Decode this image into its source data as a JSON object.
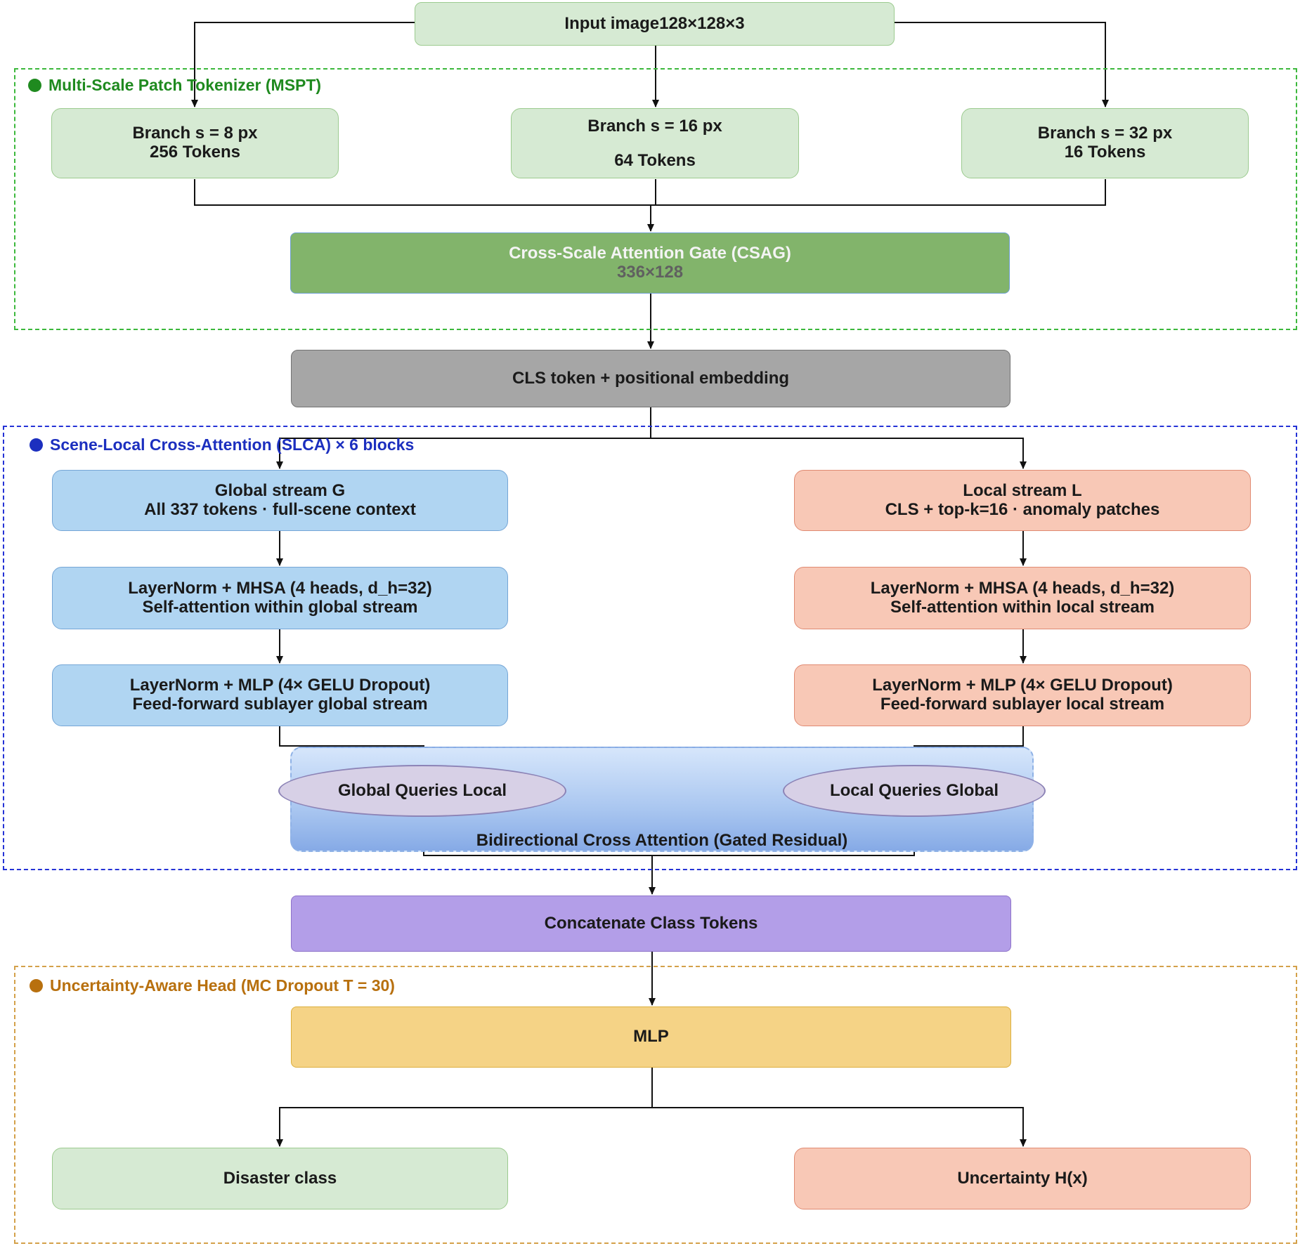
{
  "input": {
    "label": "Input image128×128×3"
  },
  "mspt": {
    "title": "Multi-Scale Patch Tokenizer (MSPT)",
    "color": "#1f8a1f",
    "branches": [
      {
        "line1": "Branch s = 8 px",
        "line2": "256 Tokens"
      },
      {
        "line1": "Branch s = 16 px",
        "line2": "64 Tokens"
      },
      {
        "line1": "Branch s = 32 px",
        "line2": "16 Tokens"
      }
    ],
    "csag": {
      "title": "Cross-Scale Attention Gate (CSAG)",
      "dims": "336×128"
    }
  },
  "cls": {
    "label": "CLS token + positional embedding"
  },
  "slca": {
    "title": "Scene-Local Cross-Attention (SLCA) × 6 blocks",
    "color": "#1c2fbf",
    "global": [
      {
        "line1": "Global stream G",
        "line2": "All 337 tokens · full-scene context"
      },
      {
        "line1": "LayerNorm + MHSA (4 heads, d_h=32)",
        "line2": "Self-attention within global stream"
      },
      {
        "line1": "LayerNorm + MLP (4× GELU Dropout)",
        "line2": "Feed-forward sublayer global stream"
      }
    ],
    "local": [
      {
        "line1": "Local stream L",
        "line2": "CLS + top-k=16 · anomaly patches"
      },
      {
        "line1": "LayerNorm + MHSA (4 heads, d_h=32)",
        "line2": "Self-attention within local stream"
      },
      {
        "line1": "LayerNorm + MLP (4× GELU Dropout)",
        "line2": "Feed-forward sublayer local stream"
      }
    ],
    "cross": {
      "left": "Global Queries Local",
      "right": "Local Queries Global",
      "label": "Bidirectional Cross Attention (Gated Residual)"
    }
  },
  "concat": {
    "label": "Concatenate Class Tokens"
  },
  "head": {
    "title": "Uncertainty-Aware Head (MC Dropout T = 30)",
    "color": "#b8700e",
    "mlp": "MLP",
    "outputs": [
      "Disaster class",
      "Uncertainty H(x)"
    ]
  }
}
